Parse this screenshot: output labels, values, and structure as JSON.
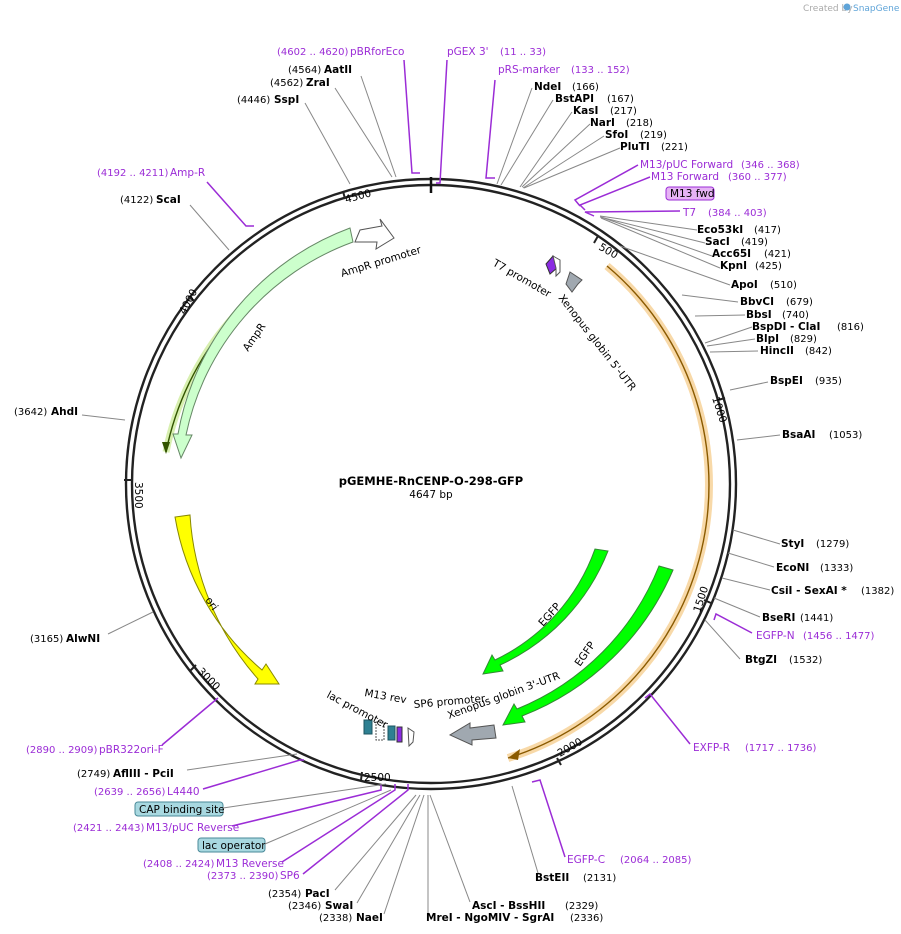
{
  "watermark": {
    "created_by": "Created by",
    "brand": "SnapGene"
  },
  "plasmid": {
    "name": "pGEMHE-RnCENP-O-298-GFP",
    "length_label": "4647 bp",
    "total_bp": 4647
  },
  "ticks": [
    "500",
    "1000",
    "1500",
    "2000",
    "2500",
    "3000",
    "3500",
    "4000",
    "4500"
  ],
  "features": [
    {
      "name": "AmpR promoter",
      "start": 4500,
      "end": 4395,
      "color": "#ffffff",
      "stroke": "#555555"
    },
    {
      "name": "AmpR",
      "start": 4390,
      "end": 3620,
      "color": "#ccffcc",
      "stroke": "#668866"
    },
    {
      "name": "ori",
      "start": 3450,
      "end": 2870,
      "color": "#ffff00",
      "stroke": "#888800"
    },
    {
      "name": "lac promoter",
      "start": 2480,
      "end": 2460,
      "color": "#2e8092",
      "stroke": "#1d5560"
    },
    {
      "name": "M13 rev",
      "start": 2444,
      "end": 2426,
      "color": "#ffffff",
      "stroke": "#555555"
    },
    {
      "name": "SP6 promoter",
      "start": 2392,
      "end": 2374,
      "color": "#ffffff",
      "stroke": "#555555"
    },
    {
      "name": "T7 promoter",
      "start": 360,
      "end": 385,
      "color": "#ffffff",
      "stroke": "#555555"
    },
    {
      "name": "Xenopus globin 5'-UTR",
      "start": 410,
      "end": 465,
      "color": "#a0a8b0",
      "stroke": "#555555"
    },
    {
      "name": "EGFP",
      "start": 1390,
      "end": 1960,
      "color": "#00ff00",
      "stroke": "#338833"
    },
    {
      "name": "Xenopus globin 3'-UTR",
      "start": 2140,
      "end": 2260,
      "color": "#a0a8b0",
      "stroke": "#555555"
    }
  ],
  "feature_labels": [
    "AmpR promoter",
    "AmpR",
    "ori",
    "lac promoter",
    "M13 rev",
    "SP6 promoter",
    "T7 promoter",
    "Xenopus globin 5'-UTR",
    "EGFP",
    "EGFP",
    "Xenopus globin 3'-UTR"
  ],
  "enzymes": [
    {
      "name": "AatII",
      "pos": "(4564)"
    },
    {
      "name": "ZraI",
      "pos": "(4562)"
    },
    {
      "name": "SspI",
      "pos": "(4446)"
    },
    {
      "name": "ScaI",
      "pos": "(4122)"
    },
    {
      "name": "AhdI",
      "pos": "(3642)"
    },
    {
      "name": "AlwNI",
      "pos": "(3165)"
    },
    {
      "name": "AflIII - PciI",
      "pos": "(2749)"
    },
    {
      "name": "PacI",
      "pos": "(2354)"
    },
    {
      "name": "SwaI",
      "pos": "(2346)"
    },
    {
      "name": "NaeI",
      "pos": "(2338)"
    },
    {
      "name": "MreI - NgoMIV - SgrAI",
      "pos": "(2336)"
    },
    {
      "name": "AscI - BssHII",
      "pos": "(2329)"
    },
    {
      "name": "BstEII",
      "pos": "(2131)"
    },
    {
      "name": "NdeI",
      "pos": "(166)"
    },
    {
      "name": "BstAPI",
      "pos": "(167)"
    },
    {
      "name": "KasI",
      "pos": "(217)"
    },
    {
      "name": "NarI",
      "pos": "(218)"
    },
    {
      "name": "SfoI",
      "pos": "(219)"
    },
    {
      "name": "PluTI",
      "pos": "(221)"
    },
    {
      "name": "Eco53kI",
      "pos": "(417)"
    },
    {
      "name": "SacI",
      "pos": "(419)"
    },
    {
      "name": "Acc65I",
      "pos": "(421)"
    },
    {
      "name": "KpnI",
      "pos": "(425)"
    },
    {
      "name": "ApoI",
      "pos": "(510)"
    },
    {
      "name": "BbvCI",
      "pos": "(679)"
    },
    {
      "name": "BbsI",
      "pos": "(740)"
    },
    {
      "name": "BspDI - ClaI",
      "pos": "(816)"
    },
    {
      "name": "BlpI",
      "pos": "(829)"
    },
    {
      "name": "HincII",
      "pos": "(842)"
    },
    {
      "name": "BspEI",
      "pos": "(935)"
    },
    {
      "name": "BsaAI",
      "pos": "(1053)"
    },
    {
      "name": "StyI",
      "pos": "(1279)"
    },
    {
      "name": "EcoNI",
      "pos": "(1333)"
    },
    {
      "name": "CsiI - SexAI *",
      "pos": "(1382)"
    },
    {
      "name": "BseRI",
      "pos": "(1441)"
    },
    {
      "name": "BtgZI",
      "pos": "(1532)"
    }
  ],
  "primers": [
    {
      "name": "pBRforEco",
      "pos": "(4602 .. 4620)"
    },
    {
      "name": "pGEX 3'",
      "pos": "(11 .. 33)"
    },
    {
      "name": "pRS-marker",
      "pos": "(133 .. 152)"
    },
    {
      "name": "Amp-R",
      "pos": "(4192 .. 4211)"
    },
    {
      "name": "M13/pUC Forward",
      "pos": "(346 .. 368)"
    },
    {
      "name": "M13 Forward",
      "pos": "(360 .. 377)"
    },
    {
      "name": "T7",
      "pos": "(384 .. 403)"
    },
    {
      "name": "EGFP-N",
      "pos": "(1456 .. 1477)"
    },
    {
      "name": "EXFP-R",
      "pos": "(1717 .. 1736)"
    },
    {
      "name": "EGFP-C",
      "pos": "(2064 .. 2085)"
    },
    {
      "name": "pBR322ori-F",
      "pos": "(2890 .. 2909)"
    },
    {
      "name": "L4440",
      "pos": "(2639 .. 2656)"
    },
    {
      "name": "M13/pUC Reverse",
      "pos": "(2421 .. 2443)"
    },
    {
      "name": "M13 Reverse",
      "pos": "(2408 .. 2424)"
    },
    {
      "name": "SP6",
      "pos": "(2373 .. 2390)"
    }
  ],
  "boxed": [
    "M13 fwd",
    "CAP binding site",
    "lac operator"
  ],
  "colors": {
    "primer": "#9b2cd6",
    "ring": "#222222",
    "egfp": "#00ff00",
    "ori": "#ffff00",
    "ampr": "#ccffcc",
    "orf": "#ff9933"
  }
}
